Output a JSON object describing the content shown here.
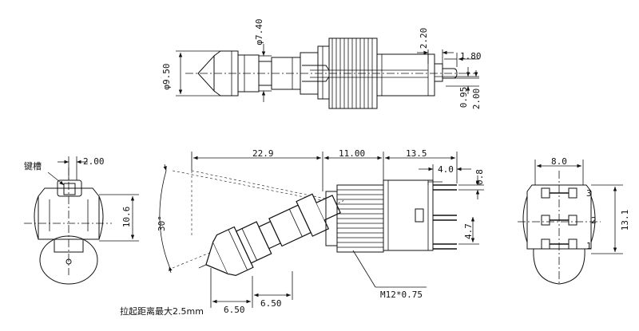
{
  "labels": {
    "d950": "φ9.50",
    "d740": "φ7.40",
    "d220": "2.20",
    "d180": "1.80",
    "d095": "0.95",
    "d200v": "2.00",
    "keytrim": "键槽",
    "d200": "2.00",
    "d106": "10.6",
    "d229": "22.9",
    "d1100": "11.00",
    "d135": "13.5",
    "d40": "4.0",
    "d08": "0.8",
    "d47": "4.7",
    "d30deg": "30°",
    "m12": "M12*0.75",
    "d650a": "6.50",
    "d650b": "6.50",
    "note": "拉起距离最大2.5mm",
    "d80": "8.0",
    "d131": "13.1",
    "pin1": "1",
    "pin2": "2",
    "pin3": "3"
  }
}
